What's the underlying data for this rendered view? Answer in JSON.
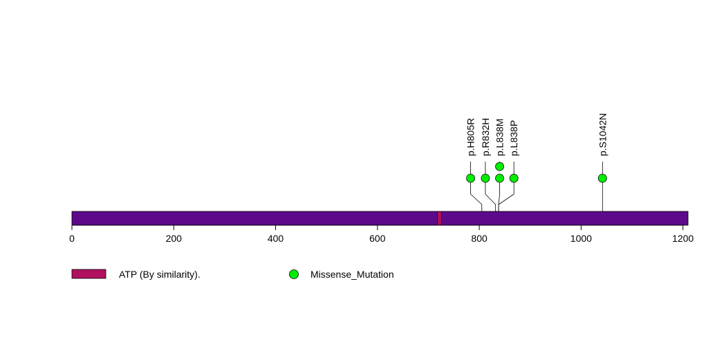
{
  "chart_data": {
    "type": "lollipop",
    "xlim": [
      0,
      1210
    ],
    "protein_length": 1210,
    "x_ticks": [
      "0",
      "200",
      "400",
      "600",
      "800",
      "1000",
      "1200"
    ],
    "x_tick_values": [
      0,
      200,
      400,
      600,
      800,
      1000,
      1200
    ],
    "protein_color": "#5c0a8a",
    "domains": [
      {
        "name": "ATP (By similarity).",
        "start": 718,
        "end": 726,
        "color": "#b0105e"
      }
    ],
    "mutations": [
      {
        "label": "p.H805R",
        "position": 805,
        "count": 1,
        "label_pos": 783
      },
      {
        "label": "p.R832H",
        "position": 832,
        "count": 1,
        "label_pos": 812
      },
      {
        "label": "p.L838M",
        "position": 838,
        "count": 2,
        "label_pos": 840
      },
      {
        "label": "p.L838P",
        "position": 838,
        "count": 1,
        "label_pos": 868
      },
      {
        "label": "p.S1042N",
        "position": 1042,
        "count": 1,
        "label_pos": 1042
      }
    ],
    "mutation_color": "#00ee00",
    "legend": [
      {
        "label": "ATP (By similarity).",
        "kind": "box",
        "color": "#b0105e"
      },
      {
        "label": "Missense_Mutation",
        "kind": "circle",
        "color": "#00ee00"
      }
    ]
  }
}
